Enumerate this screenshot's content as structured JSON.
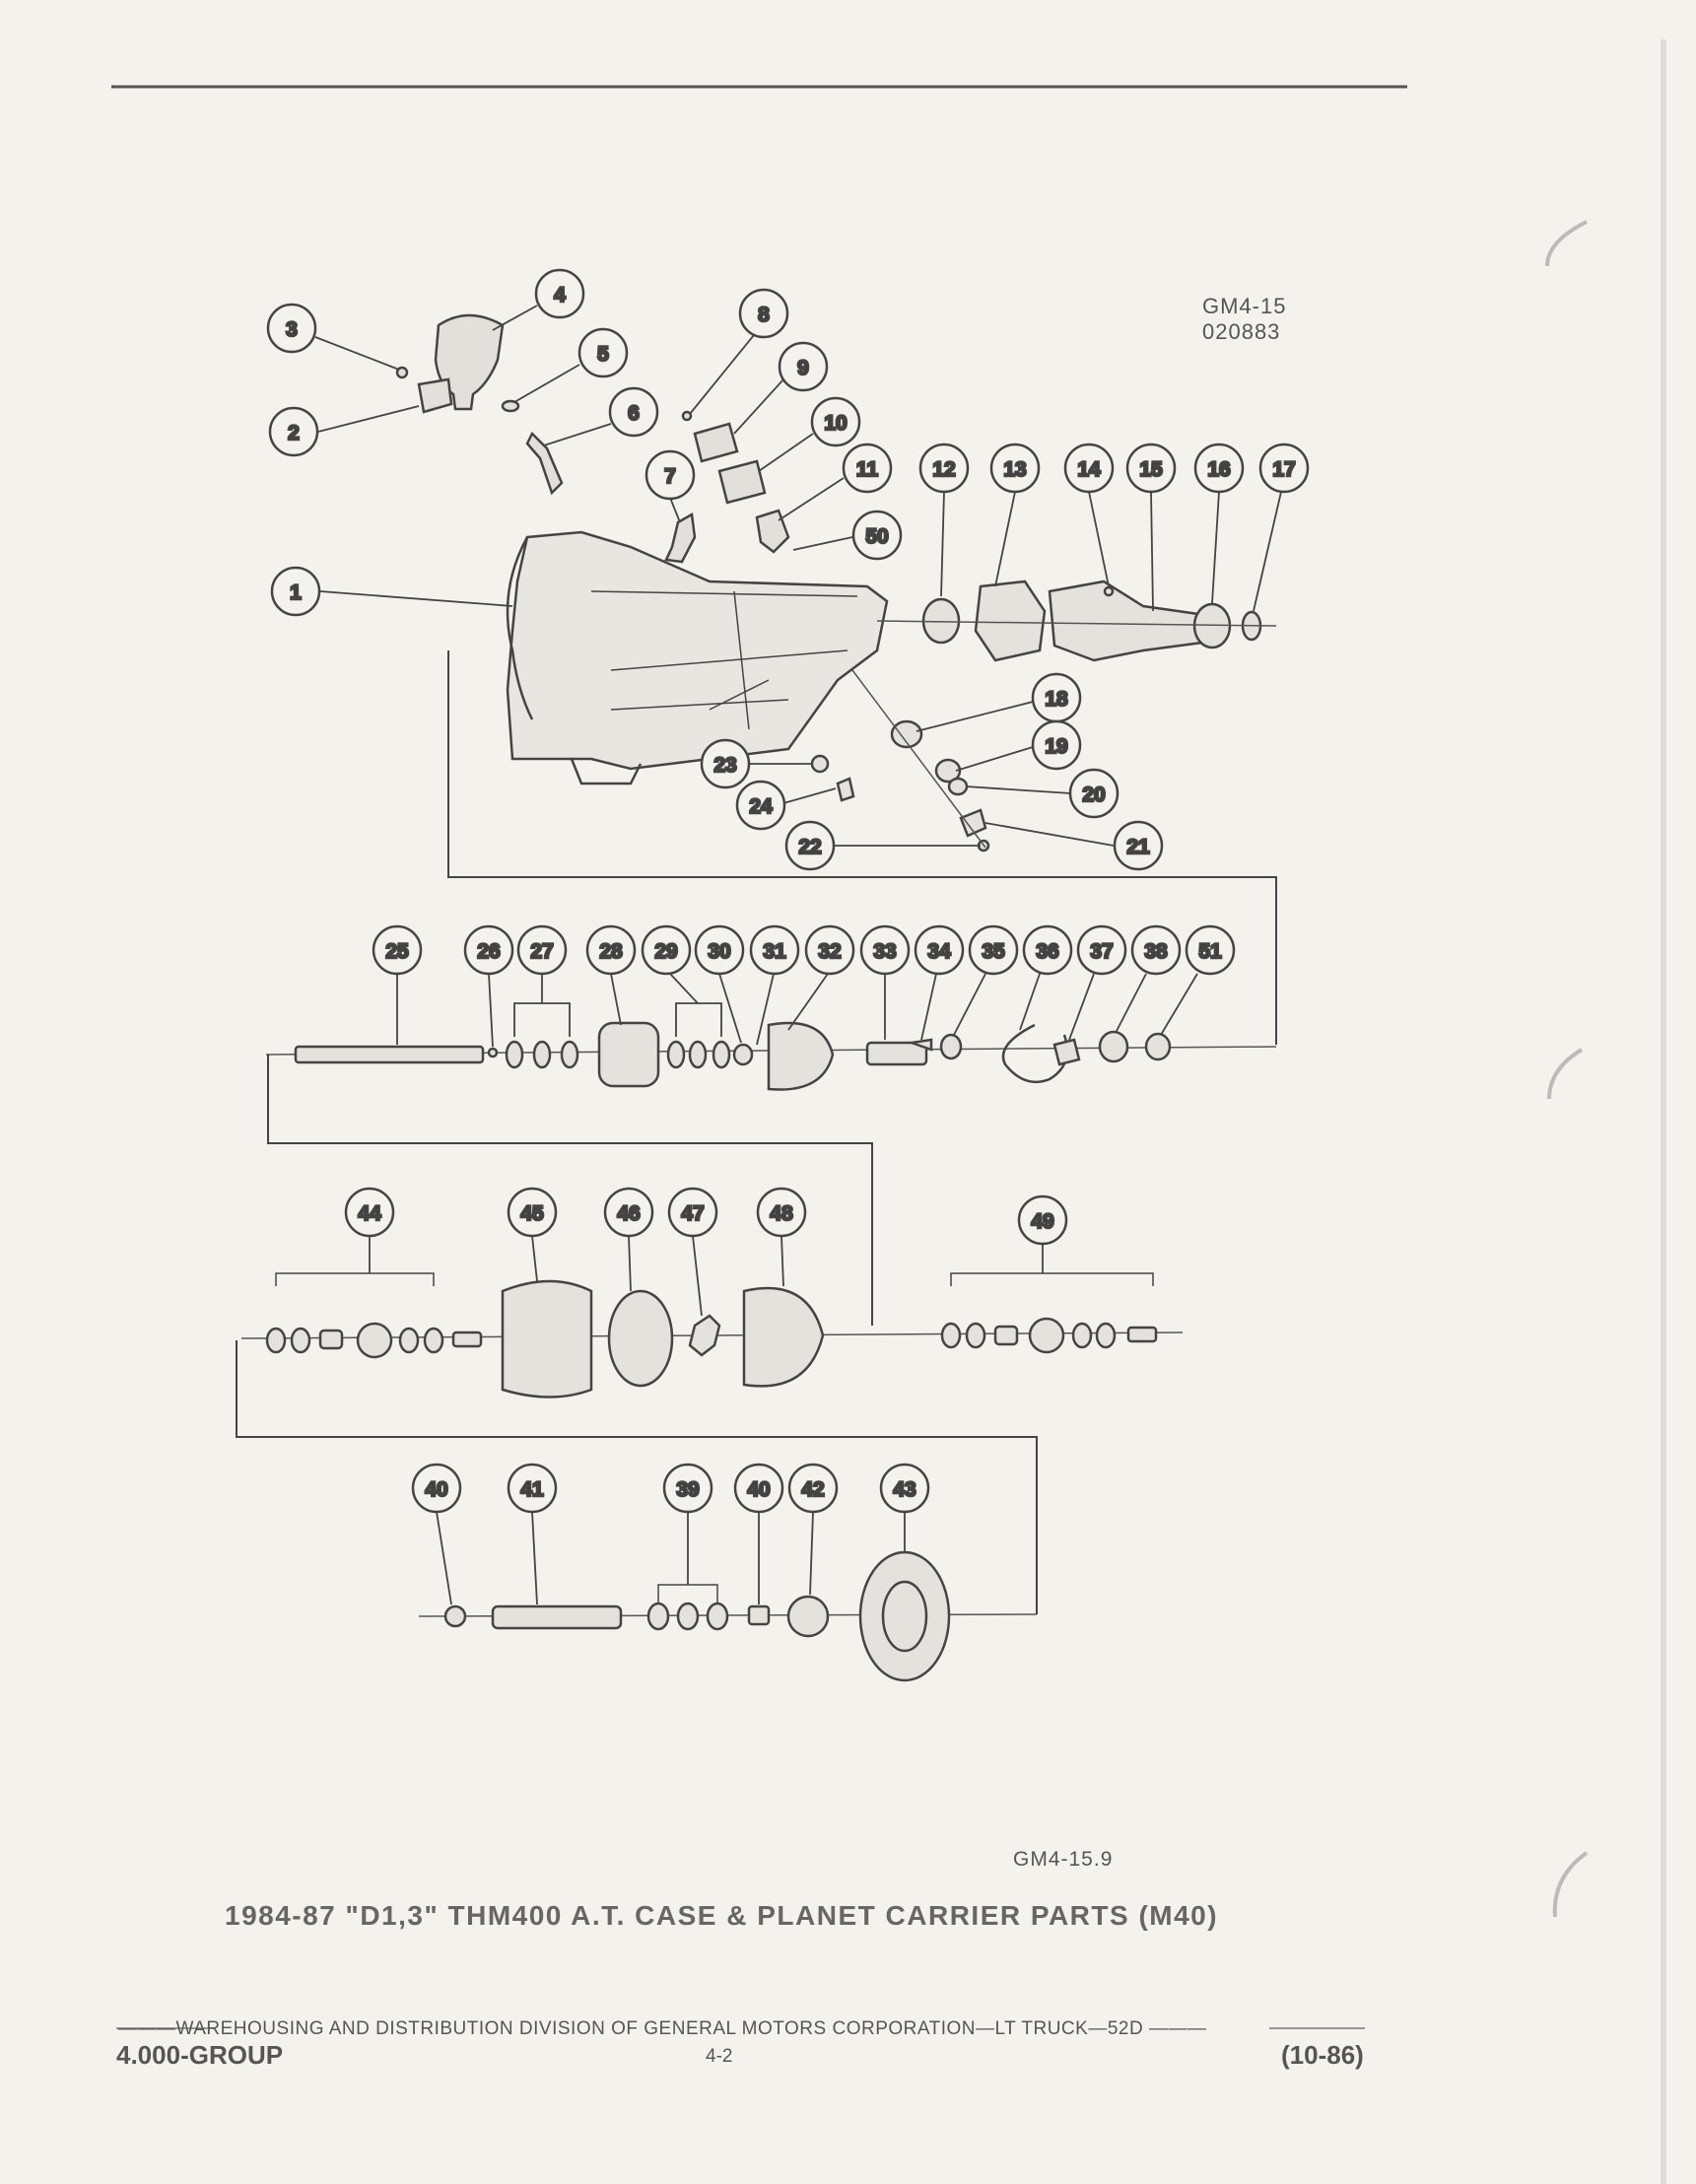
{
  "figure_ref_top": [
    "GM4-15",
    "020883"
  ],
  "figure_ref_bottom": "GM4-15.9",
  "caption": "1984-87 \"D1,3\" THM400 A.T. CASE & PLANET CARRIER PARTS (M40)",
  "footer": {
    "line": "———WAREHOUSING AND DISTRIBUTION  DIVISION OF GENERAL MOTORS CORPORATION—LT TRUCK—52D  ———",
    "group": "4.000-GROUP",
    "page": "4-2",
    "revision": "(10-86)"
  },
  "callouts": [
    "1",
    "2",
    "3",
    "4",
    "5",
    "6",
    "7",
    "8",
    "9",
    "10",
    "11",
    "12",
    "13",
    "14",
    "15",
    "16",
    "17",
    "18",
    "19",
    "20",
    "21",
    "22",
    "23",
    "24",
    "25",
    "26",
    "27",
    "28",
    "29",
    "30",
    "31",
    "32",
    "33",
    "34",
    "35",
    "36",
    "37",
    "38",
    "51",
    "44",
    "45",
    "46",
    "47",
    "48",
    "49",
    "40",
    "41",
    "39",
    "40",
    "42",
    "43",
    "50"
  ]
}
